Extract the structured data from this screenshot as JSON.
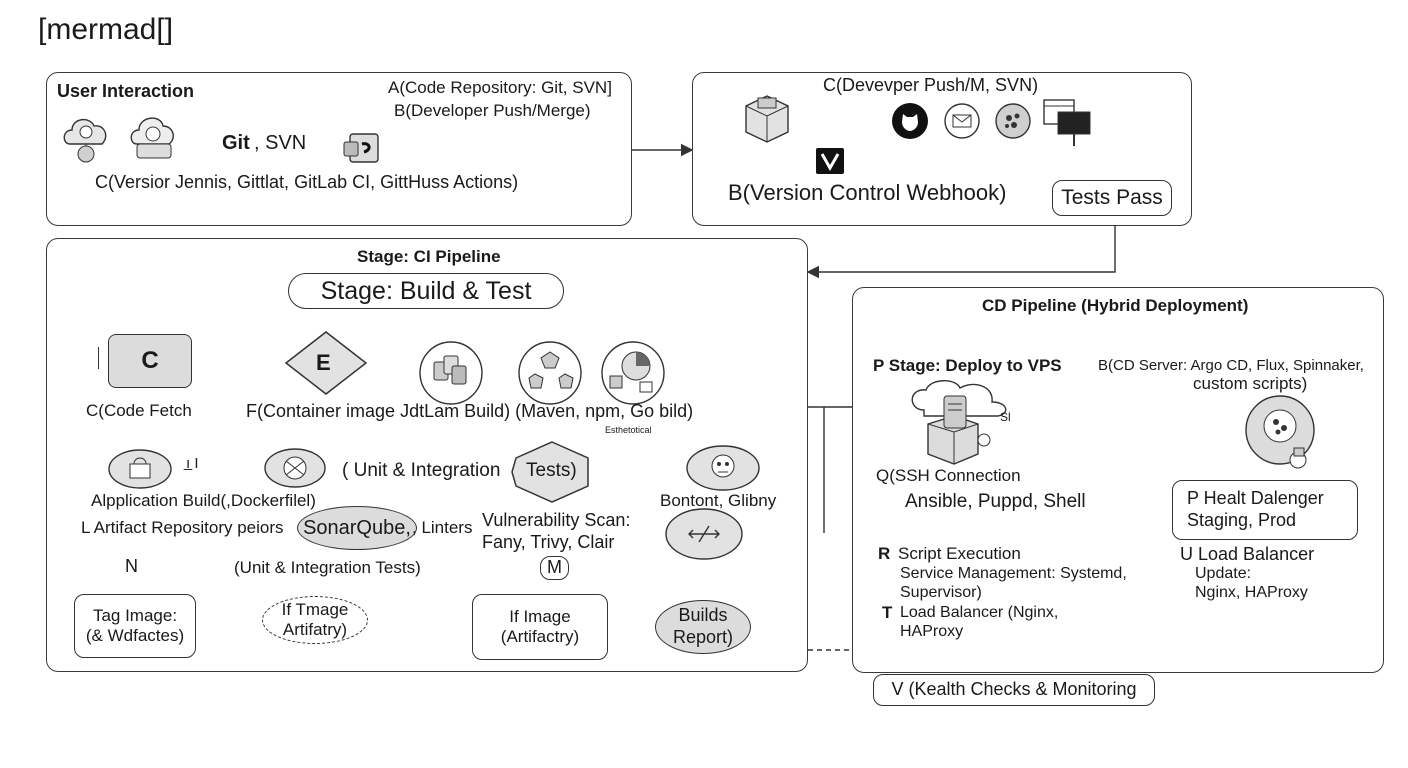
{
  "header": {
    "title": "[mermad[]"
  },
  "user_interaction": {
    "title": "User Interaction",
    "repo_line1": "A(Code Repository: Git, SVN]",
    "repo_line2": "B(Developer Push/Merge)",
    "git_label": "Git",
    "svn_label": ", SVN",
    "ci_tools": "C(Versior Jennis, Gittlat, GitLab CI, GittHuss Actions)"
  },
  "webhook_panel": {
    "title": "C(Devevper Push/M, SVN)",
    "webhook": "B(Version Control Webhook)",
    "tests_pass": "Tests Pass"
  },
  "ci_pipeline": {
    "title": "Stage: CI Pipeline",
    "stage_build_test": "Stage: Build & Test",
    "node_c": "C",
    "node_e": "E",
    "code_fetch": "C(Code Fetch",
    "build_tools": "F(Container image JdtLam Build) (Maven, npm, Go bild)",
    "small_note": "Esthetotical",
    "pipe_mark": "ı̲ I",
    "unit_integration": "( Unit & Integration",
    "tests_hex": "Tests)",
    "bonton": "Bontont, Glibny",
    "app_build": "Alpplication Build(,Dockerfilel)",
    "artifact_repo": "L Artifact Repository peiors",
    "sonarqube": "SonarQube,",
    "linters": ", Linters",
    "vuln_scan": "Vulnerability Scan:\nFany, Trivy, Clair",
    "node_n": "N",
    "node_m": "M",
    "unit_tests_bottom": "(Unit & Integration Tests)",
    "tag_image": "Tag Image:\n(& Wdfactes)",
    "if_image_1": "If Tmage\nArtifatry)",
    "if_image_2": "If Image\n(Artifactry)",
    "builds_report": "Builds\nReport)"
  },
  "cd_pipeline": {
    "title": "CD Pipeline (Hybrid Deployment)",
    "deploy_vps": "P Stage: Deploy to VPS",
    "cd_server": "B(CD Server: Argo CD, Flux, Spinnaker,",
    "custom_scripts": "custom scripts)",
    "ssh": "Q(SSH Connection",
    "config_tools": "Ansible, Puppd, Shell",
    "health_danger": "P Healt Dalenger\nStaging, Prod",
    "script_exec_label": "R",
    "script_exec": "Script Execution",
    "service_mgmt": "Service Management: Systemd,\nSupervisor)",
    "lb_label": "T",
    "lb": "Load Balancer (Nginx,\nHAProxy",
    "lb_update": "U Load Balancer",
    "lb_update2": "Update:\nNginx, HAProxy",
    "sfx": "Sl"
  },
  "footer": {
    "health_checks": "V (Kealth Checks & Monitoring"
  },
  "colors": {
    "stroke": "#333333",
    "gray_fill": "#dcdcdc",
    "background": "#ffffff"
  },
  "icons": [
    "cloud-user-icon",
    "cloud-gear-icon",
    "git-branch-icon",
    "box-icon",
    "github-icon",
    "monitor-icon",
    "vps-server-icon",
    "argo-icon",
    "kubernetes-icon"
  ]
}
